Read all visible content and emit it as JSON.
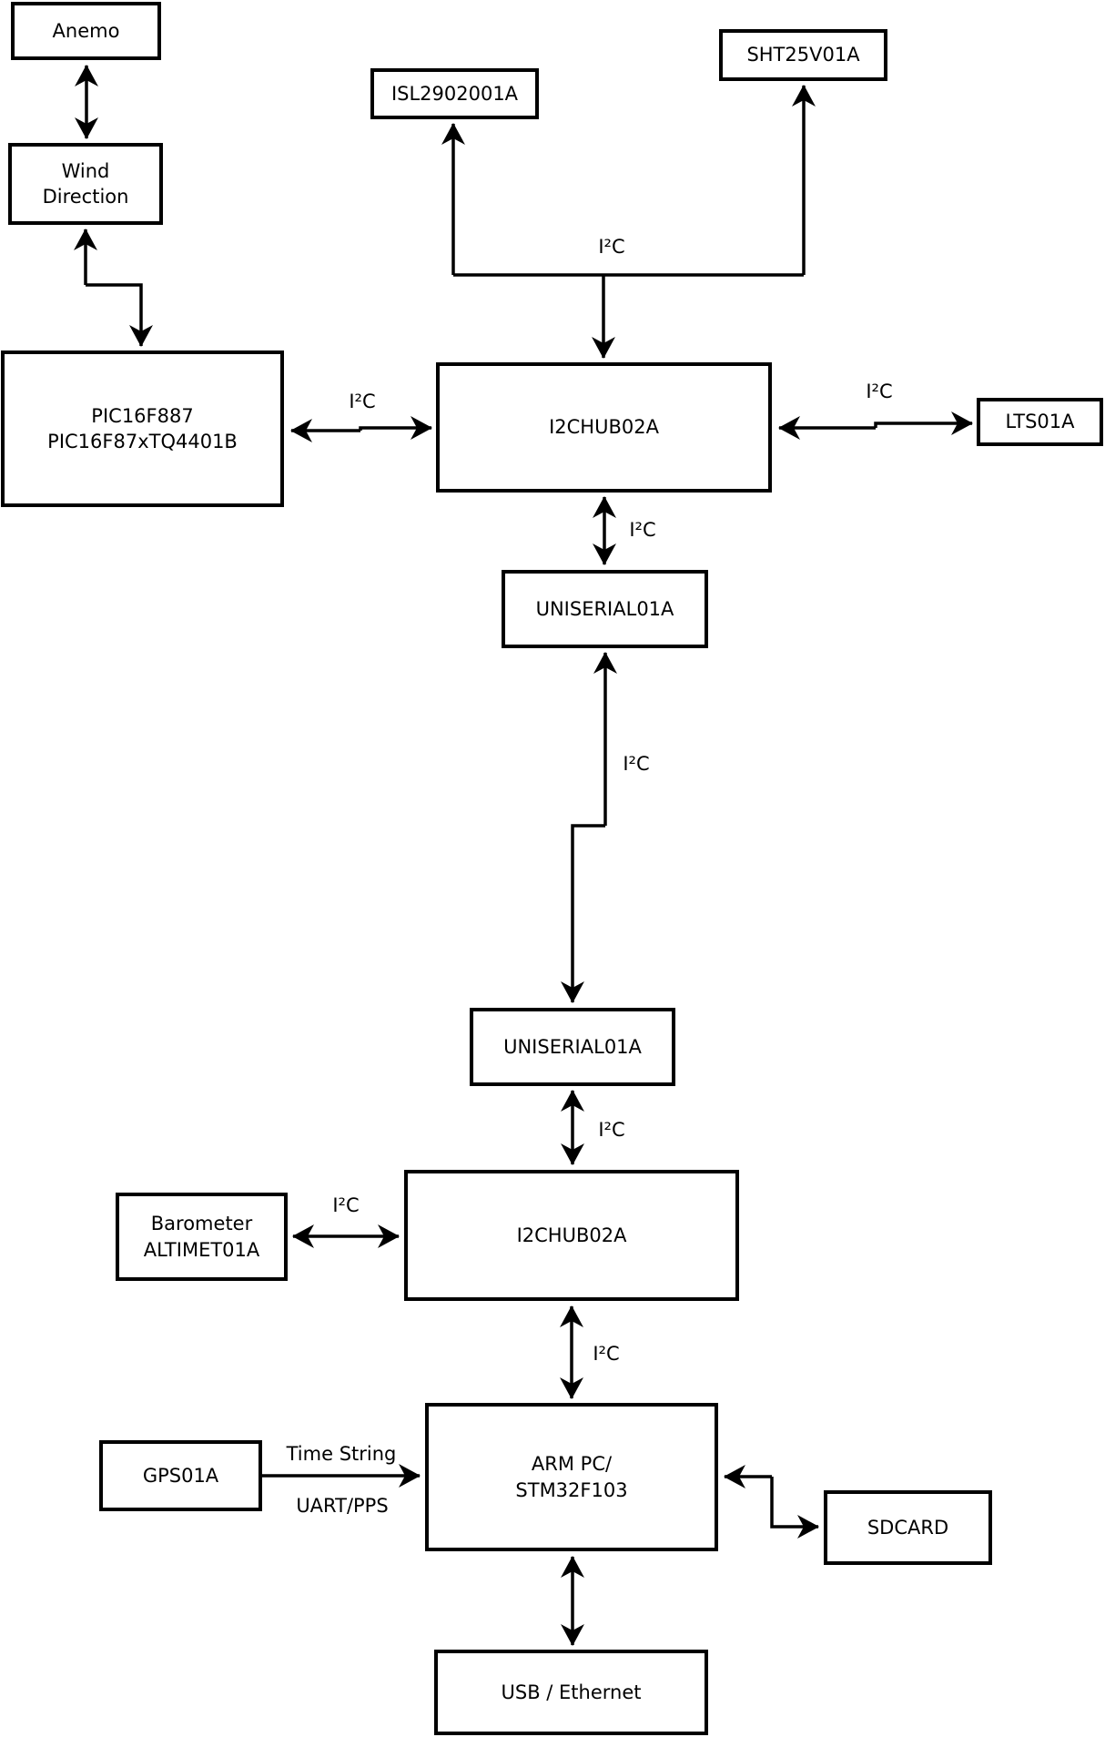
{
  "diagram": {
    "colors": {
      "line": "#000000",
      "background": "#ffffff",
      "box_fill": "#ffffff"
    },
    "boxes": {
      "anemo": {
        "lines": [
          "Anemo"
        ]
      },
      "wind_direction": {
        "lines": [
          "Wind",
          "Direction"
        ]
      },
      "pic": {
        "lines": [
          "PIC16F887",
          "PIC16F87xTQ4401B"
        ]
      },
      "isl": {
        "lines": [
          "ISL2902001A"
        ]
      },
      "sht": {
        "lines": [
          "SHT25V01A"
        ]
      },
      "i2chub_top": {
        "lines": [
          "I2CHUB02A"
        ]
      },
      "lts": {
        "lines": [
          "LTS01A"
        ]
      },
      "uniserial_top": {
        "lines": [
          "UNISERIAL01A"
        ]
      },
      "uniserial_bottom": {
        "lines": [
          "UNISERIAL01A"
        ]
      },
      "i2chub_bottom": {
        "lines": [
          "I2CHUB02A"
        ]
      },
      "barometer": {
        "lines": [
          "Barometer",
          "ALTIMET01A"
        ]
      },
      "gps": {
        "lines": [
          "GPS01A"
        ]
      },
      "arm": {
        "lines": [
          "ARM PC/",
          "STM32F103"
        ]
      },
      "sdcard": {
        "lines": [
          "SDCARD"
        ]
      },
      "usb": {
        "lines": [
          "USB / Ethernet"
        ]
      }
    },
    "edge_labels": {
      "branch_i2c": "I²C",
      "pic_i2c": "I²C",
      "lts_i2c": "I²C",
      "hub1_uni1_i2c": "I²C",
      "uni_link_i2c": "I²C",
      "uni2_hub2_i2c": "I²C",
      "baro_i2c": "I²C",
      "hub2_arm_i2c": "I²C",
      "gps_time": "Time String",
      "gps_uart": "UART/PPS"
    }
  }
}
